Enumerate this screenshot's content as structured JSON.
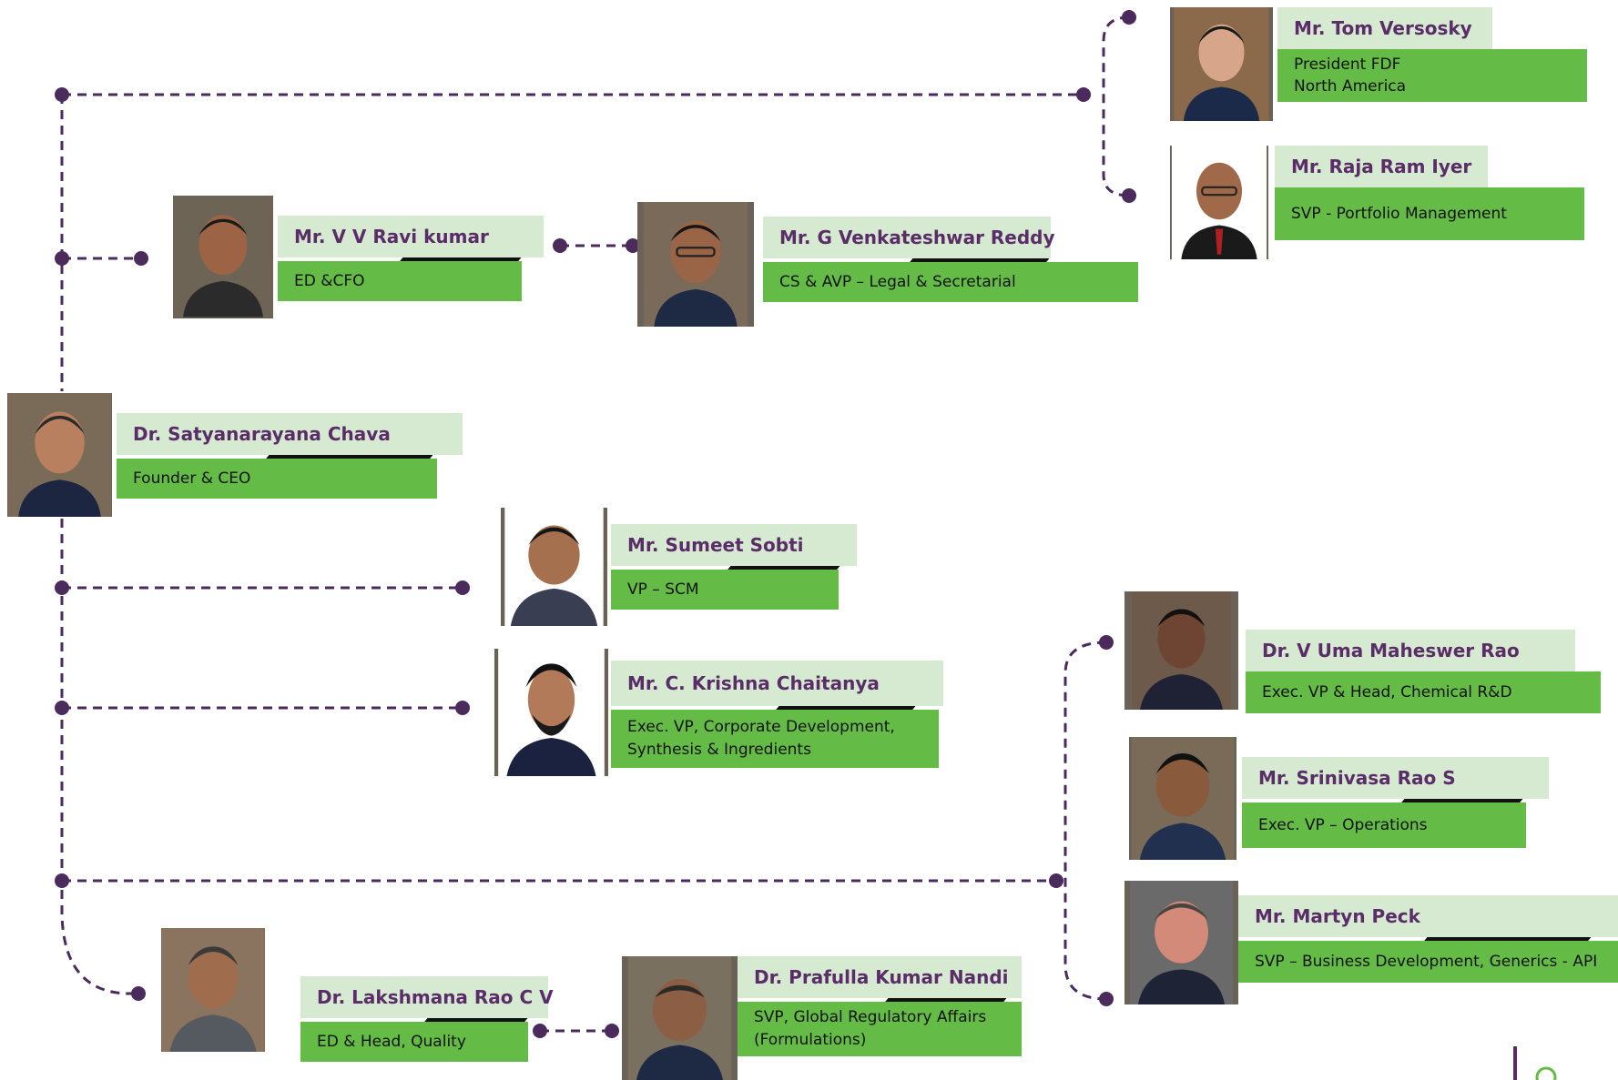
{
  "colors": {
    "connector": "#4a2b5c",
    "name_bg": "#d6ead1",
    "name_text": "#5a2d68",
    "role_bg": "#64bc46",
    "role_text": "#111111"
  },
  "people": {
    "ceo": {
      "name": "Dr. Satyanarayana Chava",
      "role": [
        "Founder & CEO"
      ]
    },
    "cfo": {
      "name": "Mr. V V Ravi kumar",
      "role": [
        "ED &CFO"
      ]
    },
    "cs": {
      "name": "Mr. G Venkateshwar Reddy",
      "role": [
        "CS & AVP – Legal & Secretarial"
      ]
    },
    "fdf": {
      "name": "Mr. Tom Versosky",
      "role": [
        "President FDF",
        "North America"
      ]
    },
    "portfolio": {
      "name": "Mr. Raja Ram Iyer",
      "role": [
        "SVP - Portfolio Management"
      ]
    },
    "scm": {
      "name": "Mr. Sumeet Sobti",
      "role": [
        "VP – SCM"
      ]
    },
    "corpdev": {
      "name": "Mr. C. Krishna Chaitanya",
      "role": [
        "Exec. VP, Corporate Development,",
        "Synthesis & Ingredients"
      ]
    },
    "chemrd": {
      "name": "Dr. V Uma Maheswer Rao",
      "role": [
        "Exec. VP & Head, Chemical R&D"
      ]
    },
    "ops": {
      "name": "Mr. Srinivasa Rao S",
      "role": [
        "Exec. VP – Operations"
      ]
    },
    "bizdev": {
      "name": "Mr. Martyn Peck",
      "role": [
        "SVP – Business Development, Generics - API"
      ]
    },
    "quality": {
      "name": "Dr. Lakshmana Rao C V",
      "role": [
        "ED & Head, Quality"
      ]
    },
    "regulatory": {
      "name": "Dr. Prafulla Kumar  Nandi",
      "role": [
        "SVP, Global Regulatory Affairs",
        "(Formulations)"
      ]
    }
  }
}
